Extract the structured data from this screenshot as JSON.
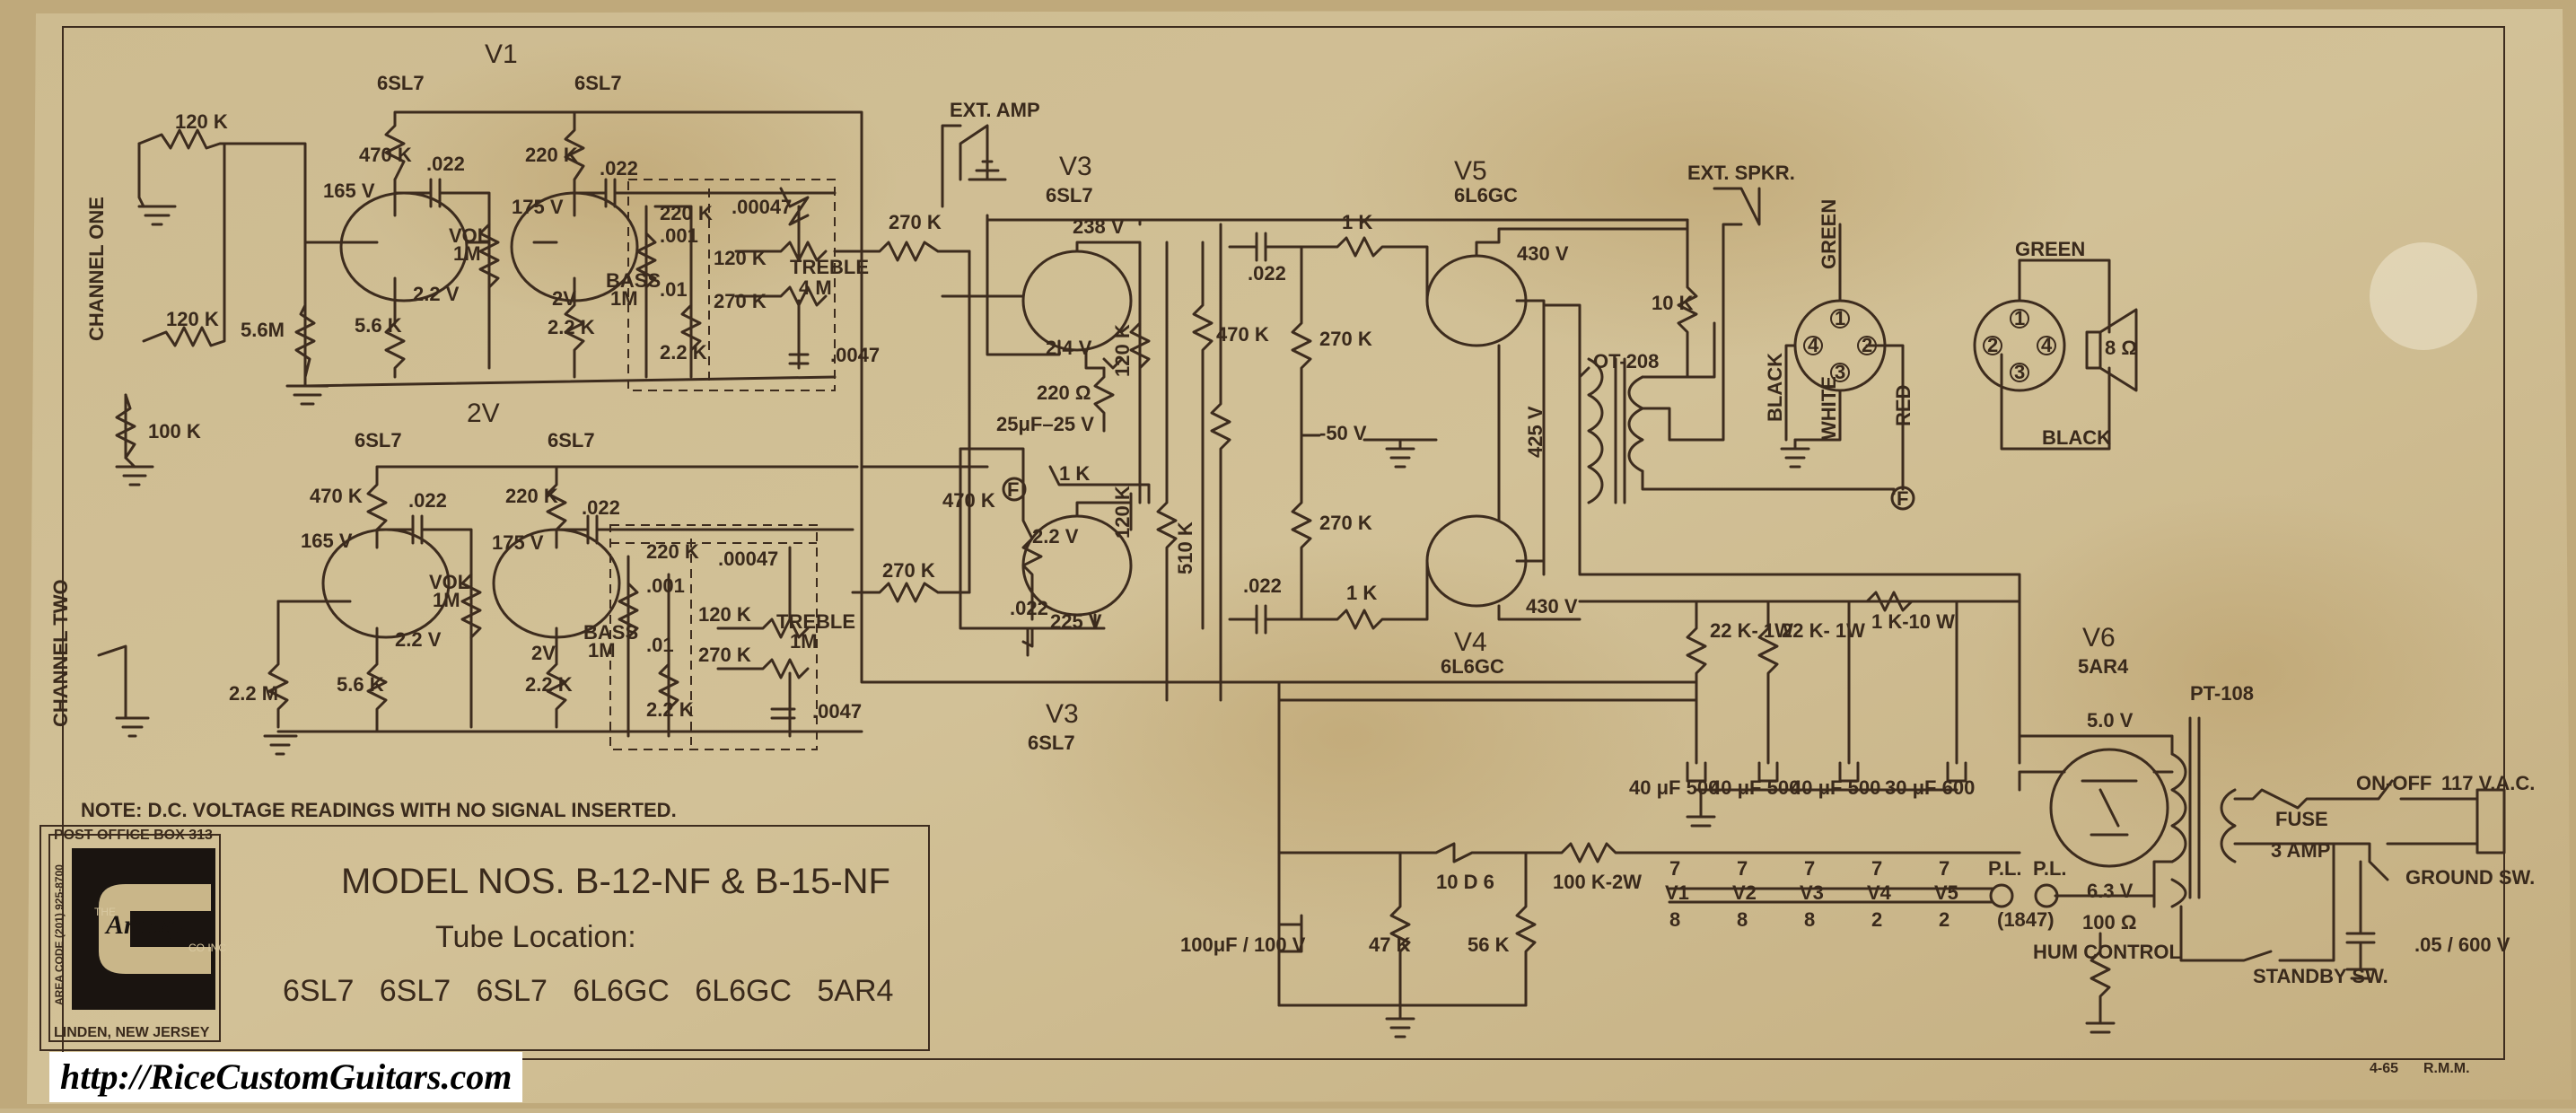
{
  "texts": {
    "v1": "V1",
    "v2": "2V",
    "v3": "V3",
    "v3b": "V3",
    "v4": "V4",
    "v5": "V5",
    "v6": "V6",
    "half6sl7": "6SL7",
    "ch1": "CHANNEL ONE",
    "ch2": "CHANNEL TWO",
    "r120k": "120 K",
    "r100k": "100 K",
    "r5_6m": "5.6M",
    "r2_2m": "2.2 M",
    "r470k": "470 K",
    "r220k": "220 K",
    "c022": ".022",
    "v165": "165 V",
    "v175": "175 V",
    "v22": "2.2 V",
    "r5_6k": "5.6 K",
    "vol": "VOL",
    "m1": "1M",
    "r2_2k": "2.2 K",
    "bass": "BASS",
    "c001": ".001",
    "c01": ".01",
    "r270k": "270 K",
    "c00047": ".00047",
    "treble": "TREBLE",
    "m4": "4 M",
    "c0047": ".0047",
    "extamp": "EXT. AMP",
    "v238": "238 V",
    "v24": "2.4 V",
    "r220ohm": "220 Ω",
    "c25": "25μF–25 V",
    "r1k": "1 K",
    "r510k": "510 K",
    "v225": "225 V",
    "g6l6": "6L6GC",
    "v430": "430 V",
    "v425": "425 V",
    "neg50": "-50 V",
    "r10k": "10 K",
    "ot": "OT-208",
    "extspkr": "EXT. SPKR.",
    "green": "GREEN",
    "black": "BLACK",
    "white": "WHITE",
    "red": "RED",
    "ohm8": "8 Ω",
    "r22k": "22 K-\n1W",
    "r1k10w": "1 K-10 W",
    "g5ar4": "5AR4",
    "pt": "PT-108",
    "v50": "5.0 V",
    "c40": "40 μF\n500",
    "c30": "30 μF\n600",
    "on_off": "ON-OFF",
    "vac": "117 V.A.C.",
    "fuse": "FUSE",
    "amp3": "3 AMP",
    "ground_sw": "GROUND SW.",
    "c05": ".05 / 600 V",
    "standby": "STANDBY SW.",
    "hum": "HUM CONTROL",
    "r100": "100 Ω",
    "v63": "6.3 V",
    "pl": "P.L.",
    "pl_part": "(1847)",
    "r100k2w": "100 K-2W",
    "diode": "10 D 6",
    "c100": "100μF / 100 V",
    "r47k": "47 K",
    "r56k": "56 K",
    "note": "NOTE: D.C. VOLTAGE READINGS WITH NO SIGNAL INSERTED.",
    "po_box": "POST OFFICE BOX 313",
    "area_code": "AREA CODE (201) 925-8700",
    "the": "THE",
    "co_inc": "CO INC",
    "linden": "LINDEN, NEW JERSEY",
    "model": "MODEL NOS. B-12-NF & B-15-NF",
    "tube_location": "Tube Location:",
    "tube_list": "6SL7   6SL7   6SL7   6L6GC   6L6GC   5AR4",
    "date": "4-65",
    "initials": "R.M.M.",
    "F": "F"
  },
  "heater_string": [
    "V1",
    "V2",
    "V3",
    "V4",
    "V5"
  ],
  "heater_pins_top": [
    "7",
    "7",
    "7",
    "7",
    "7"
  ],
  "heater_pins_bottom": [
    "8",
    "8",
    "8",
    "2",
    "2"
  ],
  "url": "http://RiceCustomGuitars.com",
  "colors": {
    "paper": "#c8b58a",
    "ink": "#3d2c1e"
  }
}
